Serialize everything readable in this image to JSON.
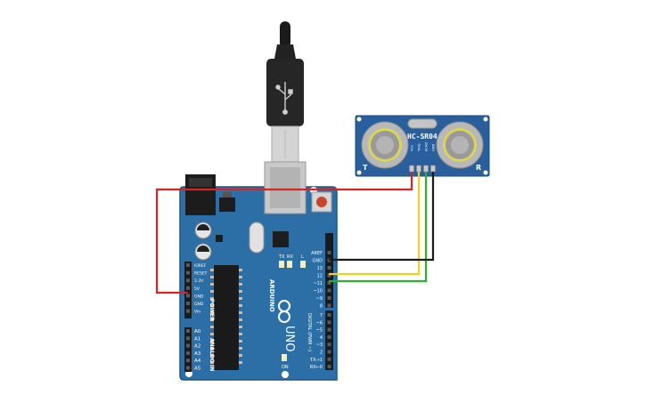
{
  "board": {
    "brand": "ARDUINO",
    "model": "UNO",
    "power_header_title": "POWER",
    "analog_header_title": "ANALOG IN",
    "digital_header_title": "DIGITAL (PWM ~)",
    "on_label": "ON",
    "tx_label": "TX",
    "rx_label": "RX",
    "l_label": "L",
    "power_pins": [
      "IOREF",
      "RESET",
      "3.3V",
      "5V",
      "GND",
      "GND",
      "Vin"
    ],
    "analog_pins": [
      "A0",
      "A1",
      "A2",
      "A3",
      "A4",
      "A5"
    ],
    "digital_pins_top": [
      "AREF",
      "GND",
      "13",
      "12",
      "~11",
      "~10",
      "~9",
      "8"
    ],
    "digital_pins_bottom": [
      "7",
      "~6",
      "~5",
      "4",
      "~3",
      "2",
      "TX→1",
      "RX←0"
    ]
  },
  "sensor": {
    "model": "HC-SR04",
    "pins": [
      "VCC",
      "TRIG",
      "ECHO",
      "GND"
    ],
    "left_mark": "T",
    "right_mark": "R"
  },
  "wires": [
    {
      "from": "sensor.VCC",
      "to": "board.5V",
      "color": "#d42626"
    },
    {
      "from": "sensor.TRIG",
      "to": "board.12",
      "color": "#f0d21e"
    },
    {
      "from": "sensor.ECHO",
      "to": "board.~11",
      "color": "#2fb02f"
    },
    {
      "from": "sensor.GND",
      "to": "board.GND",
      "color": "#1a1a1a"
    }
  ],
  "colors": {
    "board": "#2c6fa6",
    "board_edge": "#1f5684",
    "sensor_pcb": "#2a5f9e",
    "transducer_ring": "#d8d35a"
  }
}
